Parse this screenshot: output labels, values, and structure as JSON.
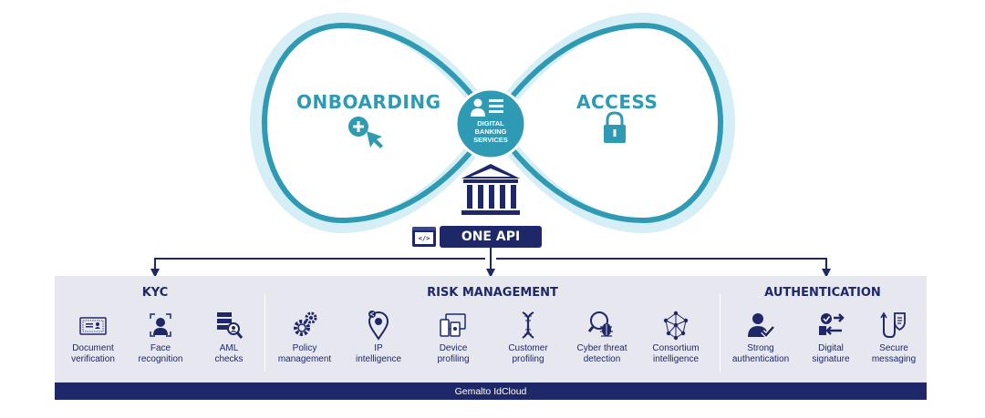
{
  "diagram": {
    "loops": {
      "left_title": "ONBOARDING",
      "right_title": "ACCESS",
      "hub_lines": [
        "DIGITAL",
        "BANKING",
        "SERVICES"
      ]
    },
    "api_label": "ONE API",
    "code_icon_text": "</>",
    "categories": {
      "kyc": {
        "title": "KYC",
        "items": [
          {
            "icon": "document-id-icon",
            "lines": [
              "Document",
              "verification"
            ]
          },
          {
            "icon": "face-recognition-icon",
            "lines": [
              "Face",
              "recognition"
            ]
          },
          {
            "icon": "aml-search-icon",
            "lines": [
              "AML",
              "checks"
            ]
          }
        ]
      },
      "risk": {
        "title": "RISK MANAGEMENT",
        "items": [
          {
            "icon": "gears-icon",
            "lines": [
              "Policy",
              "management"
            ]
          },
          {
            "icon": "location-pin-icon",
            "lines": [
              "IP",
              "intelligence"
            ]
          },
          {
            "icon": "devices-icon",
            "lines": [
              "Device",
              "profiling"
            ]
          },
          {
            "icon": "dna-icon",
            "lines": [
              "Customer",
              "profiling"
            ]
          },
          {
            "icon": "bug-magnifier-icon",
            "lines": [
              "Cyber threat",
              "detection"
            ]
          },
          {
            "icon": "network-icon",
            "lines": [
              "Consortium",
              "intelligence"
            ]
          }
        ]
      },
      "auth": {
        "title": "AUTHENTICATION",
        "items": [
          {
            "icon": "user-check-icon",
            "lines": [
              "Strong",
              "authentication"
            ]
          },
          {
            "icon": "signature-exchange-icon",
            "lines": [
              "Digital",
              "signature"
            ]
          },
          {
            "icon": "secure-message-icon",
            "lines": [
              "Secure",
              "messaging"
            ]
          }
        ]
      }
    },
    "footer": "Gemalto IdCloud",
    "colors": {
      "teal": "#2e9ab4",
      "teal_light": "#d6eef5",
      "navy": "#1e2868",
      "panel": "#e7e7ef"
    }
  }
}
